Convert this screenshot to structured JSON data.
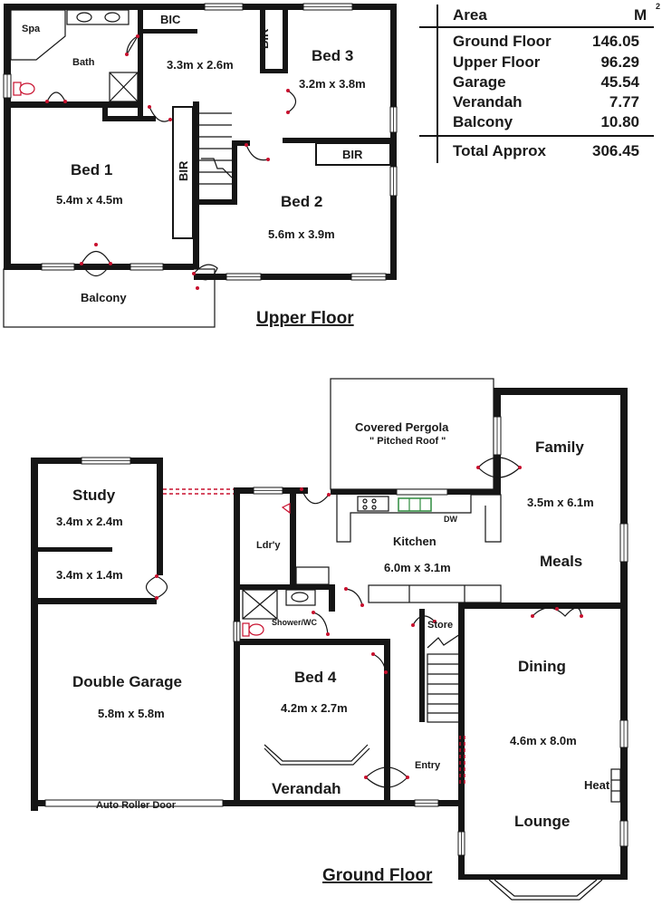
{
  "area_table": {
    "header": "Area",
    "unit": "M",
    "unit_sup": "2",
    "rows": [
      {
        "label": "Ground Floor",
        "value": "146.05"
      },
      {
        "label": "Upper Floor",
        "value": "96.29"
      },
      {
        "label": "Garage",
        "value": "45.54"
      },
      {
        "label": "Verandah",
        "value": "7.77"
      },
      {
        "label": "Balcony",
        "value": "10.80"
      }
    ],
    "total_label": "Total Approx",
    "total_value": "306.45"
  },
  "upper_floor": {
    "title": "Upper Floor",
    "spa": "Spa",
    "bath": "Bath",
    "bic": "BIC",
    "bir_left": "BIR",
    "bir_bed3": "BIR",
    "bir_bed2": "BIR",
    "bic_room_dim": "3.3m x 2.6m",
    "bed3": {
      "name": "Bed 3",
      "dim": "3.2m x 3.8m"
    },
    "bed1": {
      "name": "Bed 1",
      "dim": "5.4m x 4.5m"
    },
    "bed2": {
      "name": "Bed 2",
      "dim": "5.6m x 3.9m"
    },
    "balcony": "Balcony"
  },
  "ground_floor": {
    "title": "Ground Floor",
    "pergola": {
      "name": "Covered Pergola",
      "note": "\" Pitched Roof \""
    },
    "family": {
      "name": "Family",
      "dim": "3.5m x 6.1m"
    },
    "meals": "Meals",
    "study": {
      "name": "Study",
      "dim": "3.4m x 2.4m"
    },
    "study_lower_dim": "3.4m x 1.4m",
    "laundry": "Ldr'y",
    "kitchen": {
      "name": "Kitchen",
      "dim": "6.0m x 3.1m"
    },
    "dw": "DW",
    "shower_wc": "Shower/WC",
    "store": "Store",
    "garage": {
      "name": "Double Garage",
      "dim": "5.8m x 5.8m"
    },
    "roller_door": "Auto Roller Door",
    "bed4": {
      "name": "Bed 4",
      "dim": "4.2m x 2.7m"
    },
    "verandah": "Verandah",
    "entry": "Entry",
    "dining": {
      "name": "Dining",
      "dim": "4.6m x 8.0m"
    },
    "heat": "Heat",
    "lounge": "Lounge"
  }
}
